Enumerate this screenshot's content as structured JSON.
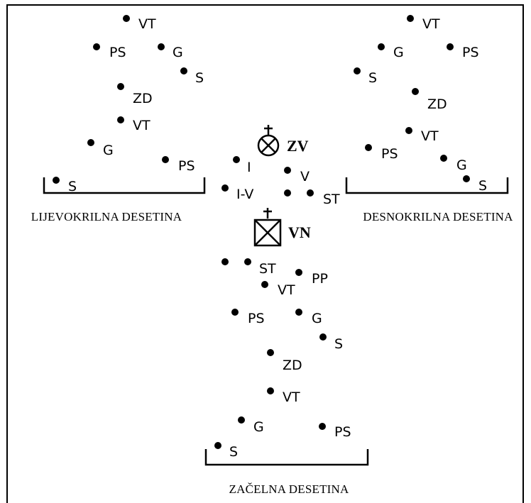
{
  "labels": {
    "left": [
      "VT",
      "PS",
      "G",
      "S",
      "ZD",
      "VT",
      "G",
      "PS",
      "S"
    ],
    "right": [
      "VT",
      "G",
      "PS",
      "S",
      "ZD",
      "VT",
      "PS",
      "G",
      "S"
    ],
    "center": [
      "I",
      "V",
      "I-V",
      "ST"
    ],
    "rear": [
      "ST",
      "PP",
      "VT",
      "PS",
      "G",
      "S",
      "ZD",
      "VT",
      "G",
      "PS",
      "S"
    ]
  },
  "command": {
    "zv": "ZV",
    "vn": "VN"
  },
  "titles": {
    "left": "LIJEVOKRILNA DESETINA",
    "right": "DESNOKRILNA DESETINA",
    "rear": "ZAČELNA DESETINA"
  }
}
